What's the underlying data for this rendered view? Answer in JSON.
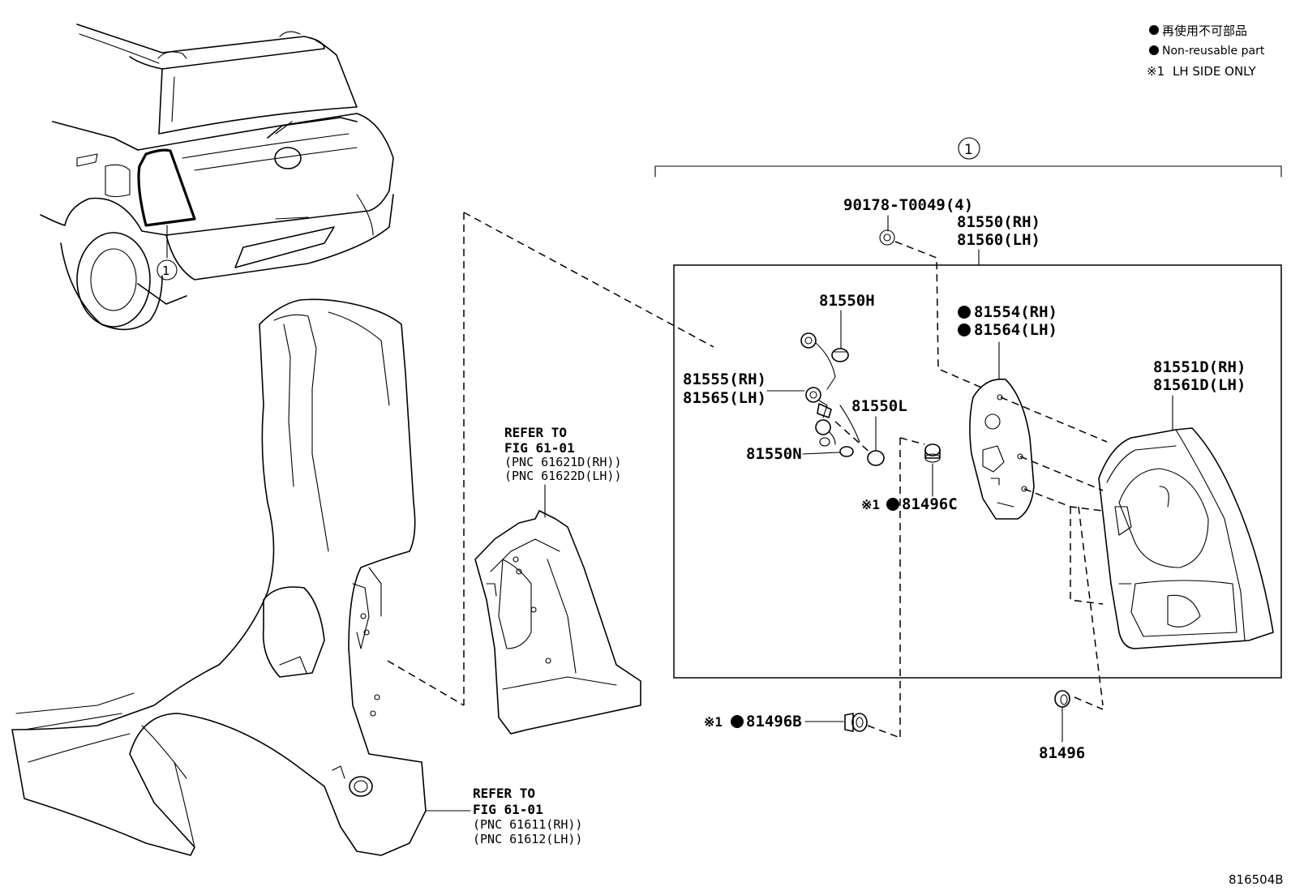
{
  "legend": {
    "jp_text": "再使用不可部品",
    "en_text": "Non-reusable part",
    "note_mark": "※1",
    "note_text": "LH SIDE ONLY"
  },
  "callout_number": "1",
  "labels": {
    "bolt": "90178-T0049(4)",
    "assy_rh": "81550(RH)",
    "assy_lh": "81560(LH)",
    "bulb_h": "81550H",
    "gasket_rh": "81554(RH)",
    "gasket_lh": "81564(LH)",
    "lens_rh": "81551D(RH)",
    "lens_lh": "81561D(LH)",
    "socket_rh": "81555(RH)",
    "socket_lh": "81565(LH)",
    "bulb_l": "81550L",
    "bulb_n": "81550N",
    "clip_c": "81496C",
    "clip_b": "81496B",
    "clip": "81496"
  },
  "refs": {
    "upper": {
      "line1": "REFER TO",
      "line2": "FIG 61-01",
      "line3": "(PNC 61621D(RH))",
      "line4": "(PNC 61622D(LH))"
    },
    "lower": {
      "line1": "REFER TO",
      "line2": "FIG 61-01",
      "line3": "(PNC 61611(RH))",
      "line4": "(PNC 61612(LH))"
    }
  },
  "footer_id": "816504B"
}
